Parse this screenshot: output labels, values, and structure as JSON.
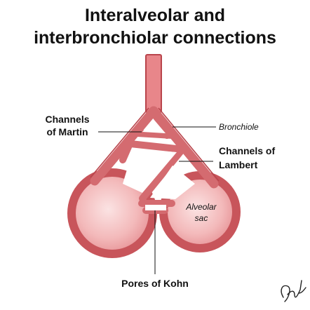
{
  "title": {
    "line1": "Interalveolar and",
    "line2": "interbronchiolar connections"
  },
  "labels": {
    "channels_martin_line1": "Channels",
    "channels_martin_line2": "of Martin",
    "bronchiole": "Bronchiole",
    "channels_lambert_line1": "Channels of",
    "channels_lambert_line2": "Lambert",
    "alveolar_sac_line1": "Alveolar",
    "alveolar_sac_line2": "sac",
    "pores_kohn": "Pores of Kohn"
  },
  "colors": {
    "tissue_fill": "#e8868a",
    "tissue_light": "#f3c4c4",
    "tissue_stroke": "#b9454c",
    "leader": "#111111",
    "text": "#111111"
  }
}
